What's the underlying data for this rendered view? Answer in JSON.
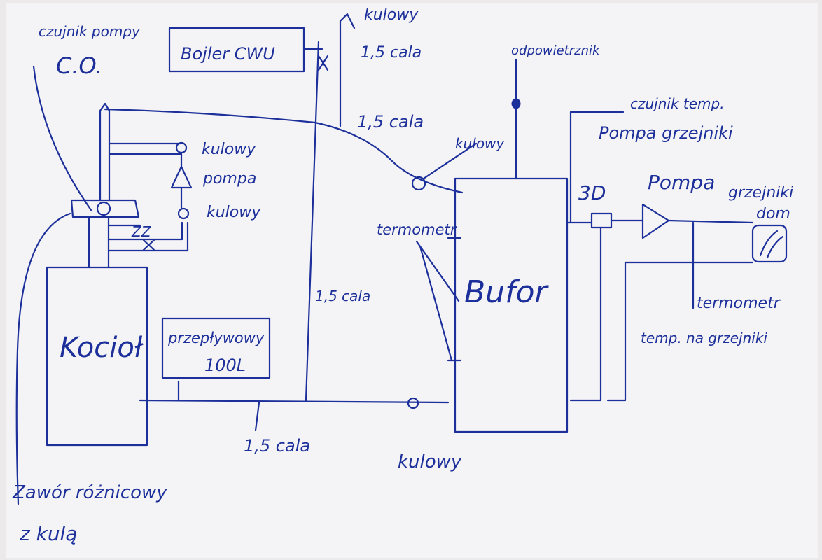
{
  "colors": {
    "ink": "#1c2f9a",
    "paper": "#f4f4f6"
  },
  "labels": {
    "czujnik_pompy_co_1": "czujnik pompy",
    "czujnik_pompy_co_2": "C.O.",
    "bojler_cwu": "Bojler CWU",
    "kulowy_top": "kulowy",
    "cala_top": "1,5 cala",
    "odpowietrznik": "odpowietrznik",
    "cala_mid": "1,5 cala",
    "czujnik_temp": "czujnik temp.",
    "pompa_grzejniki": "Pompa grzejniki",
    "kulowy_left_top": "kulowy",
    "pompa_left": "pompa",
    "kulowy_left_bottom": "kulowy",
    "zz": "ZZ",
    "kulowy_bufor": "kulowy",
    "termometr_left": "termometr",
    "three_d": "3D",
    "pompa_right": "Pompa",
    "grzejniki_dom_1": "grzejniki",
    "grzejniki_dom_2": "dom",
    "cala_vertical": "1,5 cala",
    "bufor": "Bufor",
    "termometr_right": "termometr",
    "temp_na_grzejniki": "temp. na grzejniki",
    "kociol": "Kocioł",
    "przeplywowy_1": "przepływowy",
    "przeplywowy_2": "100L",
    "cala_bottom": "1,5 cala",
    "kulowy_bottom": "kulowy",
    "zawor_1": "Zawór różnicowy",
    "zawor_2": "z kulą"
  }
}
